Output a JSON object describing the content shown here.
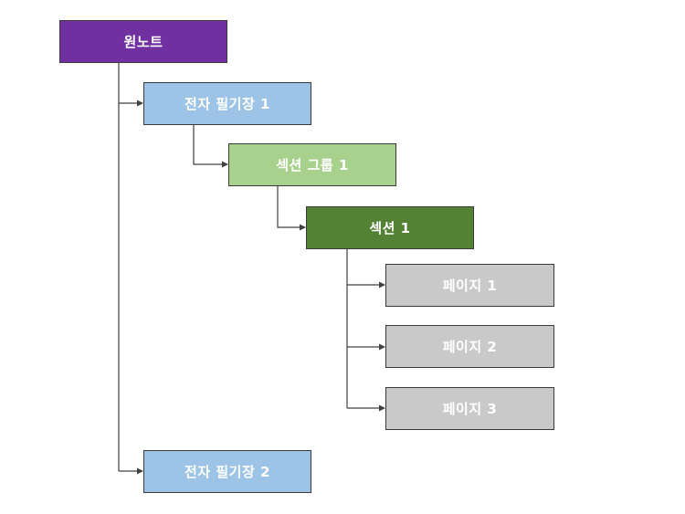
{
  "colors": {
    "root": "#7030A0",
    "notebook": "#9DC3E6",
    "section_group": "#A9D18E",
    "section": "#548235",
    "page": "#C9C9C9",
    "connector": "#404040"
  },
  "nodes": {
    "root": {
      "label": "원노트"
    },
    "notebook1": {
      "label": "전자 필기장 1"
    },
    "section_group1": {
      "label": "섹션 그룹 1"
    },
    "section1": {
      "label": "섹션 1"
    },
    "page1": {
      "label": "페이지 1"
    },
    "page2": {
      "label": "페이지 2"
    },
    "page3": {
      "label": "페이지 3"
    },
    "notebook2": {
      "label": "전자 필기장 2"
    }
  }
}
